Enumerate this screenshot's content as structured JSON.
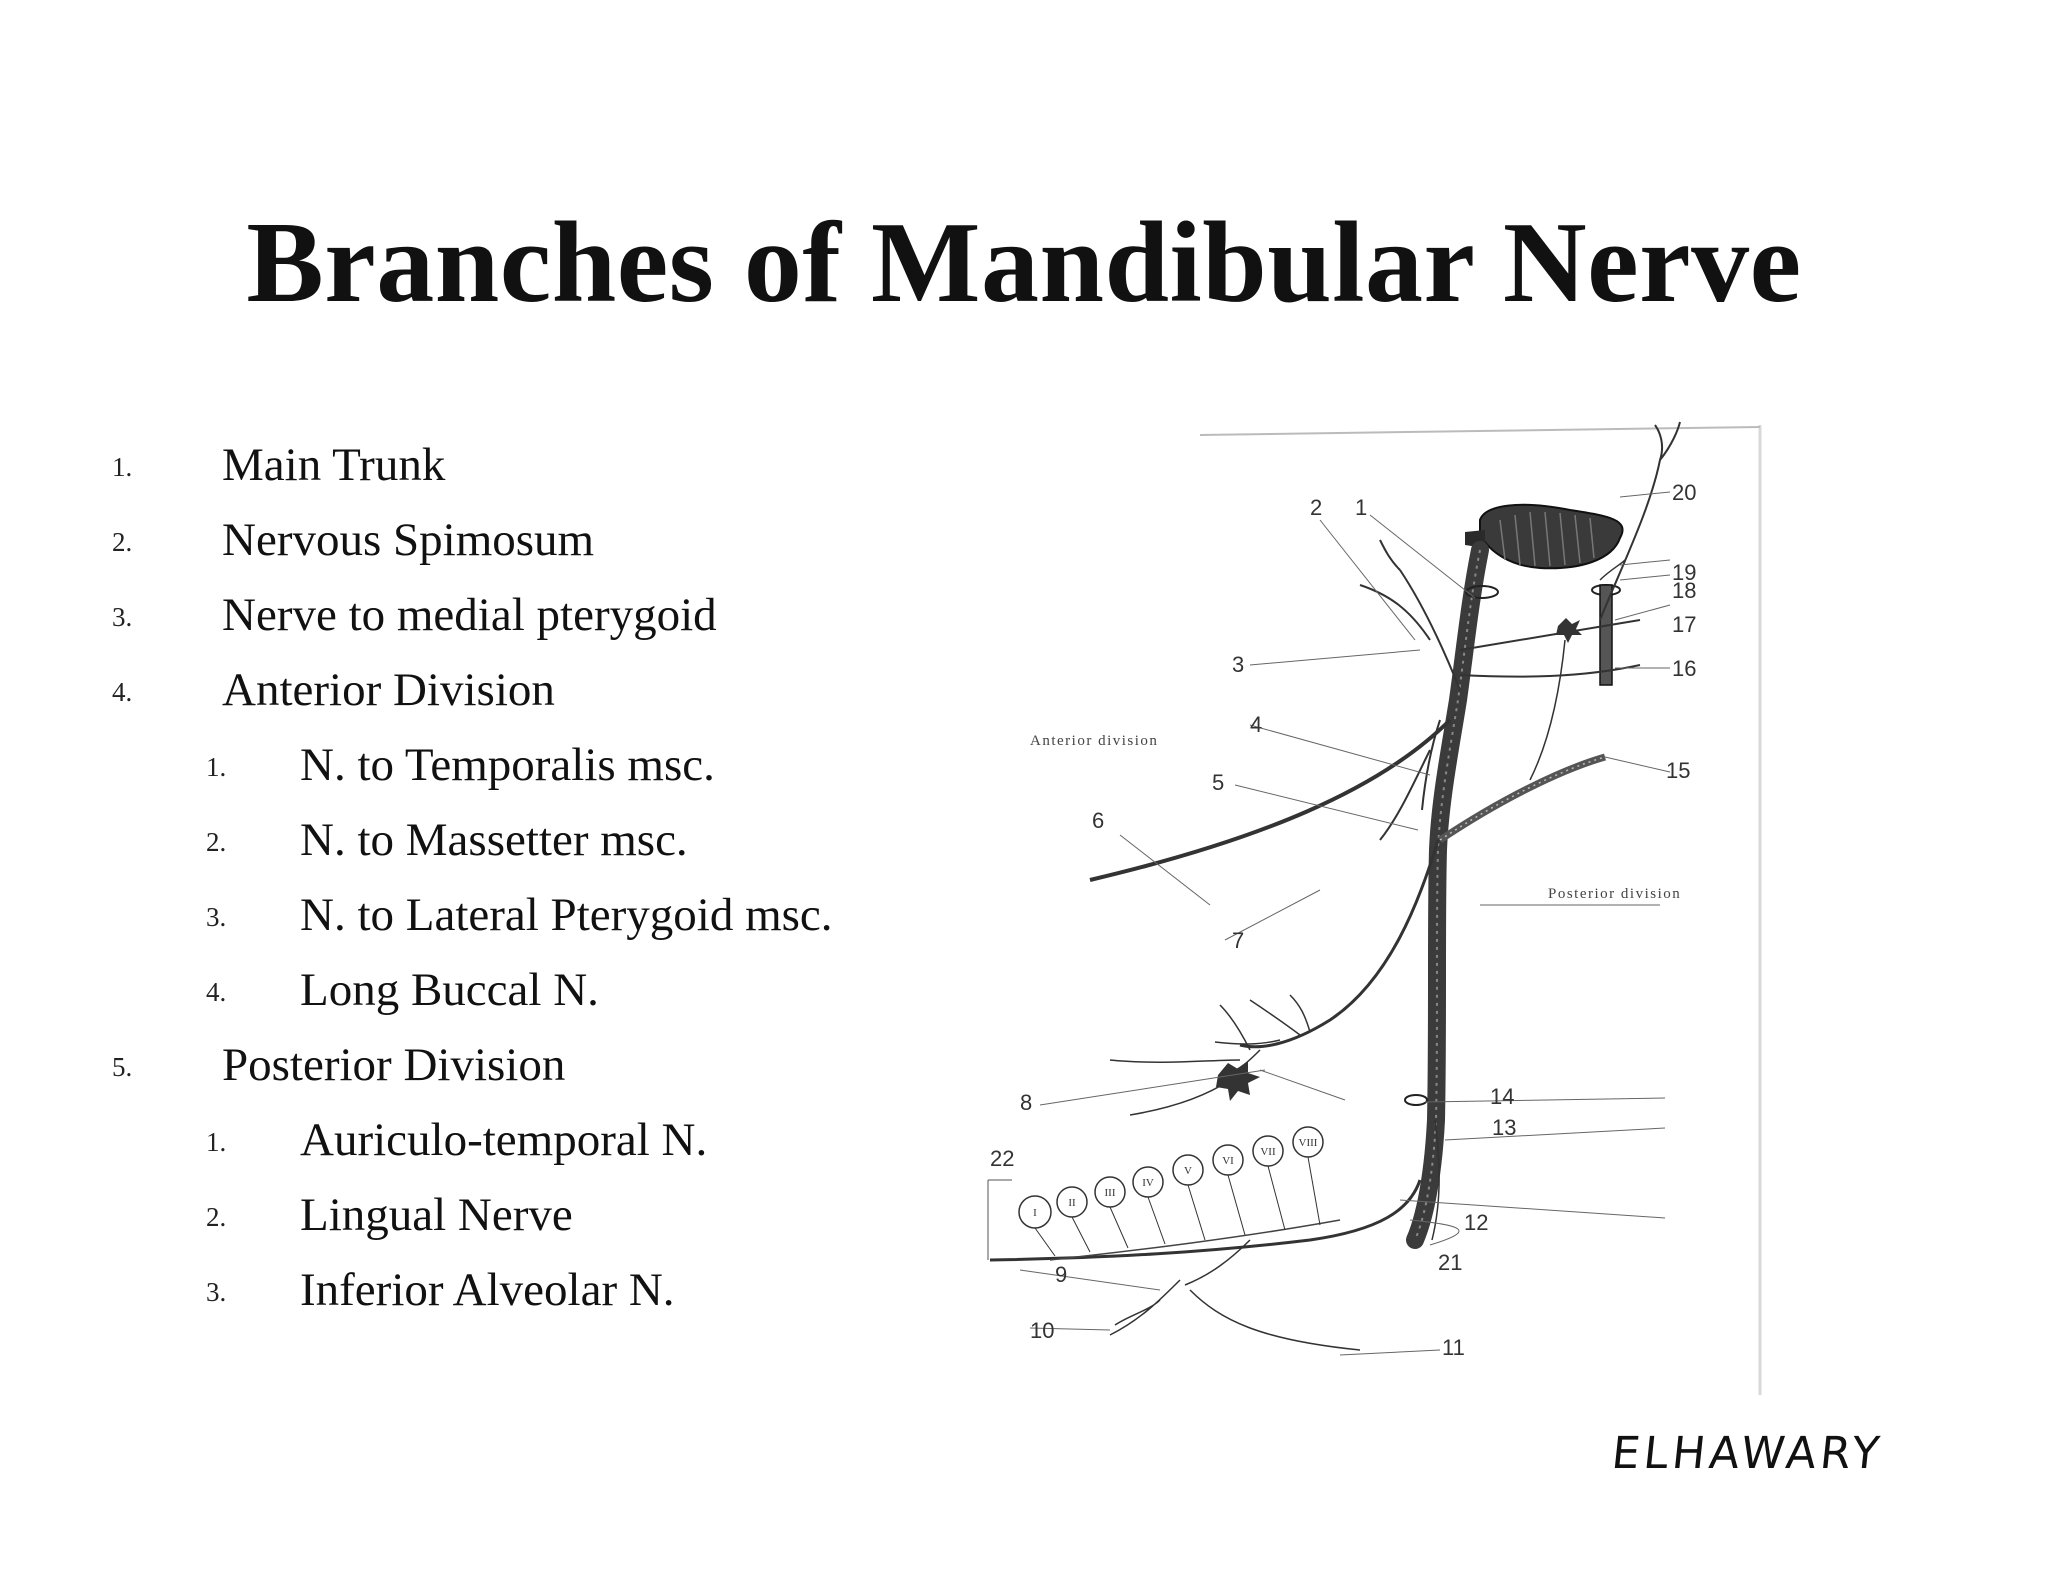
{
  "title": "Branches of Mandibular Nerve",
  "items": [
    {
      "num": "1.",
      "text": "Main Trunk",
      "level": 1
    },
    {
      "num": "2.",
      "text": "Nervous Spimosum",
      "level": 1
    },
    {
      "num": "3.",
      "text": "Nerve to medial pterygoid",
      "level": 1
    },
    {
      "num": "4.",
      "text": "Anterior Division",
      "level": 1
    },
    {
      "num": "1.",
      "text": "N. to Temporalis msc.",
      "level": 2
    },
    {
      "num": "2.",
      "text": "N. to Massetter msc.",
      "level": 2
    },
    {
      "num": "3.",
      "text": "N. to Lateral Pterygoid msc.",
      "level": 2
    },
    {
      "num": "4.",
      "text": "Long Buccal N.",
      "level": 2
    },
    {
      "num": "5.",
      "text": "Posterior Division",
      "level": 1
    },
    {
      "num": "1.",
      "text": "Auriculo-temporal N.",
      "level": 2
    },
    {
      "num": "2.",
      "text": "Lingual Nerve",
      "level": 2
    },
    {
      "num": "3.",
      "text": "Inferior Alveolar N.",
      "level": 2
    }
  ],
  "diagram": {
    "anterior_label": "Anterior division",
    "posterior_label": "Posterior division",
    "numbers": [
      "1",
      "2",
      "3",
      "4",
      "5",
      "6",
      "7",
      "8",
      "9",
      "10",
      "11",
      "12",
      "13",
      "14",
      "15",
      "16",
      "17",
      "18",
      "19",
      "20",
      "21",
      "22"
    ],
    "teeth": [
      "I",
      "II",
      "III",
      "IV",
      "V",
      "VI",
      "VII",
      "VIII"
    ]
  },
  "signature": "ELHAWARY"
}
